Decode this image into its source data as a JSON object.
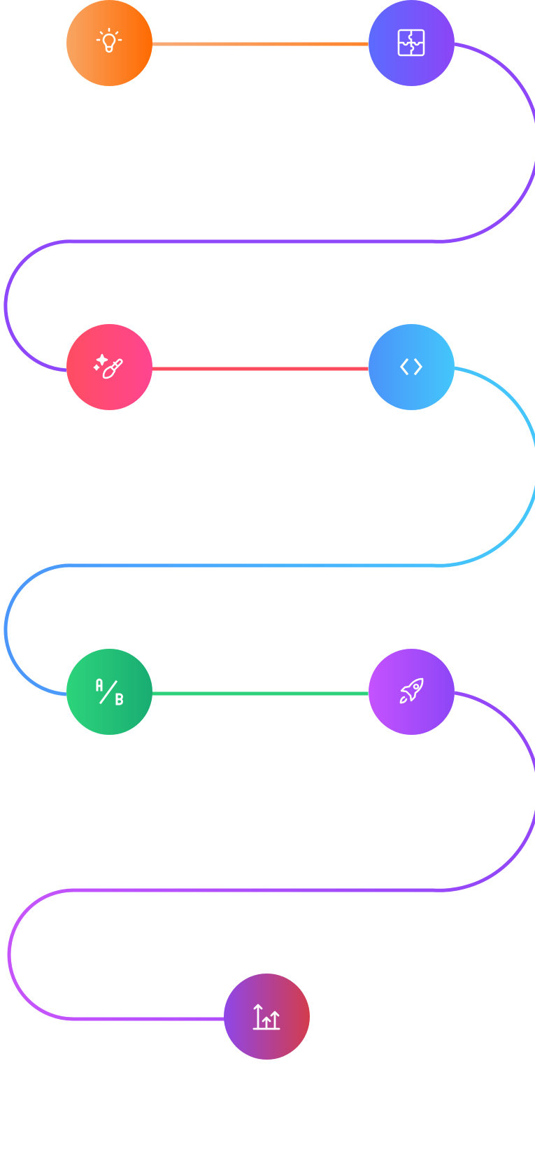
{
  "diagram": {
    "type": "serpentine-roadmap",
    "steps": [
      {
        "id": "idea",
        "icon": "lightbulb-icon",
        "gradient": [
          "#f8a564",
          "#ff6a00"
        ]
      },
      {
        "id": "plan",
        "icon": "puzzle-icon",
        "gradient": [
          "#5c6bff",
          "#8c45f7"
        ]
      },
      {
        "id": "design",
        "icon": "magic-brush-icon",
        "gradient": [
          "#ff4d62",
          "#ff4590"
        ]
      },
      {
        "id": "develop",
        "icon": "code-icon",
        "gradient": [
          "#4a93fa",
          "#44c6fb"
        ]
      },
      {
        "id": "test",
        "icon": "ab-test-icon",
        "gradient": [
          "#2dd47b",
          "#19ac72"
        ]
      },
      {
        "id": "launch",
        "icon": "rocket-icon",
        "gradient": [
          "#c552ff",
          "#8d46f6"
        ]
      },
      {
        "id": "grow",
        "icon": "growth-arrows-icon",
        "gradient": [
          "#8f46e8",
          "#d33c4c"
        ]
      }
    ],
    "connectors": [
      {
        "from": "idea",
        "to": "plan",
        "colors": [
          "#f6b488",
          "#ff7a1a"
        ]
      },
      {
        "from": "plan",
        "to": "design",
        "colors": [
          "#8f47fb",
          "#8f47fb"
        ]
      },
      {
        "from": "design",
        "to": "develop",
        "colors": [
          "#fd4a5c",
          "#fd4a5c"
        ]
      },
      {
        "from": "develop",
        "to": "test",
        "colors": [
          "#44c5fb",
          "#4b96fb"
        ]
      },
      {
        "from": "test",
        "to": "launch",
        "colors": [
          "#2bd27a",
          "#2bd27a"
        ]
      },
      {
        "from": "launch",
        "to": "grow",
        "colors": [
          "#9347f9",
          "#c654fd"
        ]
      }
    ]
  }
}
